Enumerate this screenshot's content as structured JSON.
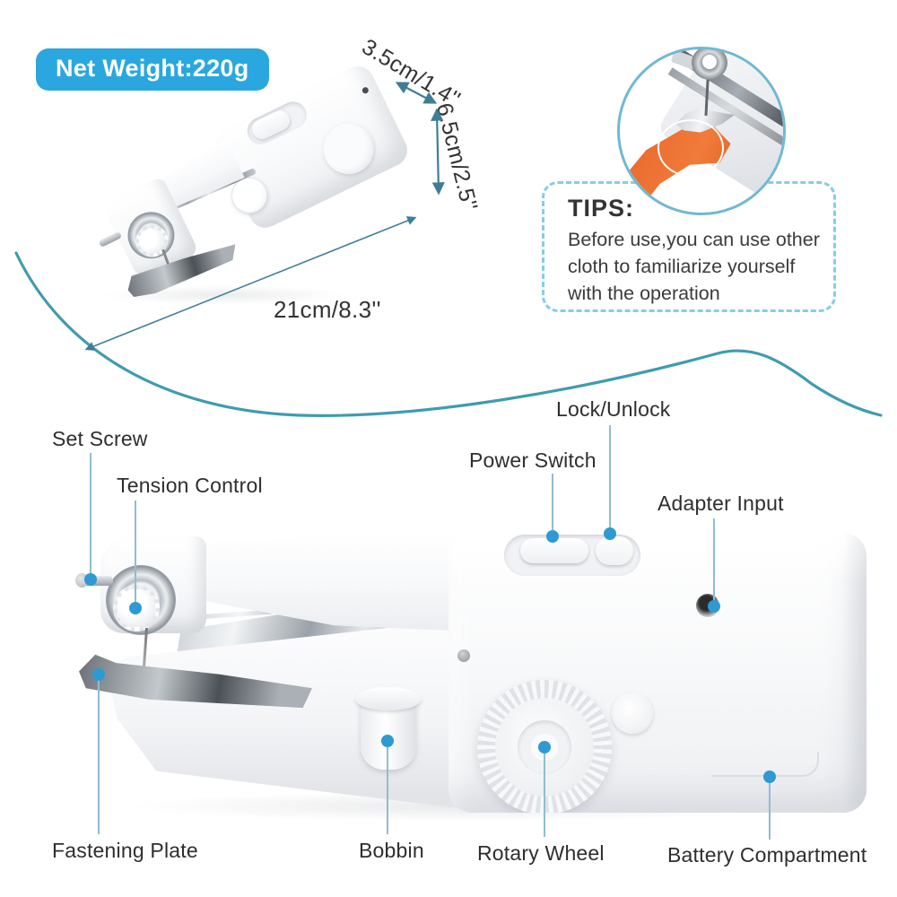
{
  "badge": {
    "text": "Net Weight:220g"
  },
  "dimensions": {
    "width": "3.5cm/1.4''",
    "height": "6.5cm/2.5''",
    "length": "21cm/8.3''"
  },
  "tips": {
    "title": "TIPS:",
    "line1": "Before use,you can use other",
    "line2": "cloth to familiarize yourself",
    "line3": "with the operation"
  },
  "labels": {
    "set_screw": "Set Screw",
    "tension_control": "Tension Control",
    "power_switch": "Power Switch",
    "lock_unlock": "Lock/Unlock",
    "adapter_input": "Adapter Input",
    "fastening_plate": "Fastening Plate",
    "bobbin": "Bobbin",
    "rotary_wheel": "Rotary Wheel",
    "battery_compartment": "Battery Compartment"
  },
  "colors": {
    "badge_bg": "#2aa7df",
    "accent_curve": "#3e9cb0",
    "dot": "#2d9ad3",
    "leader_line": "#8fbdd0",
    "dim_color": "#3e7e95",
    "tips_border": "#85cde6",
    "circle_border": "#6fb9d2",
    "fabric_orange": "#e8632a",
    "text": "#2e2e2e"
  }
}
